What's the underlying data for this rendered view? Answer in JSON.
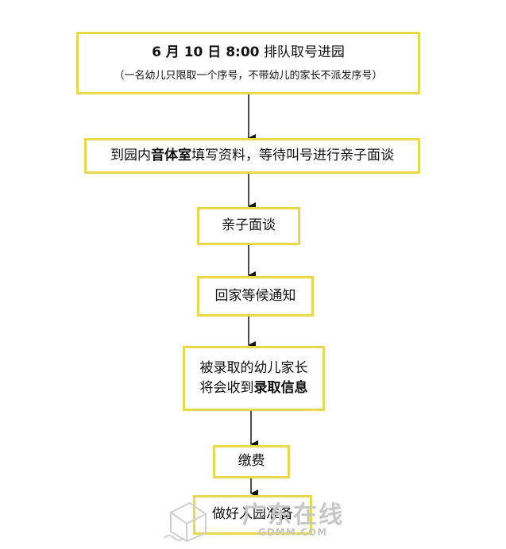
{
  "steps": {
    "s1": {
      "date": "6 月 10 日 8:00",
      "rest": "排队取号进园",
      "note": "（一名幼儿只限取一个序号，不带幼儿的家长不派发序号）"
    },
    "s2": {
      "pre": "到园内",
      "bold": "音体室",
      "post": "填写资料，等待叫号进行亲子面谈"
    },
    "s3": {
      "text": "亲子面谈"
    },
    "s4": {
      "text": "回家等候通知"
    },
    "s5": {
      "line1": "被录取的幼儿家长",
      "line2_pre": "将会收到",
      "line2_bold": "录取信息"
    },
    "s6": {
      "text": "缴费"
    },
    "s7": {
      "text": "做好入园准备"
    }
  },
  "watermark": {
    "text": "广东在线",
    "url": "GDMM.COM"
  },
  "colors": {
    "border": "#e8d84a",
    "arrow": "#111111"
  }
}
